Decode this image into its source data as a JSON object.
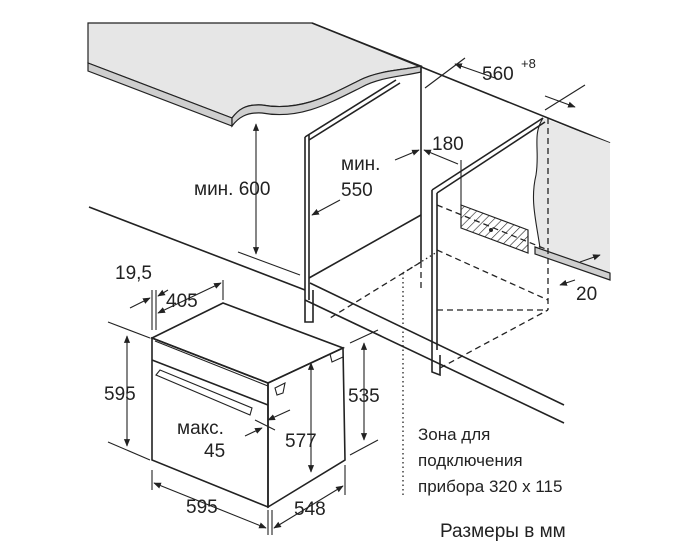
{
  "diagram": {
    "title": "Размеры в мм",
    "niche": {
      "width": "560",
      "width_tolerance": "+8",
      "min_height_label": "мин. 600",
      "min_depth_prefix": "мин.",
      "min_depth_value": "550",
      "rear_gap": "180",
      "side_offset": "20"
    },
    "oven": {
      "front_offset": "19,5",
      "top_depth": "405",
      "height": "595",
      "width": "595",
      "depth": "548",
      "body_height": "577",
      "side_height": "535",
      "max_label": "макс.",
      "max_value": "45"
    },
    "connection_zone": [
      "Зона для",
      "подключения",
      "прибора 320 x 115"
    ]
  }
}
